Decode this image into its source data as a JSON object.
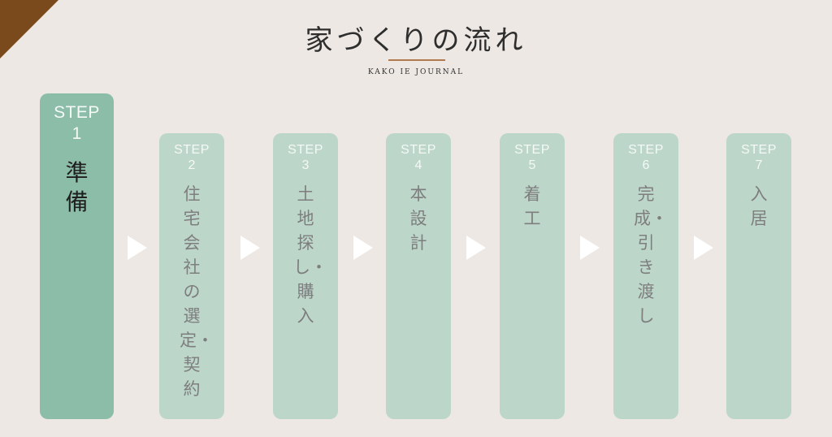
{
  "header": {
    "title": "家づくりの流れ",
    "subtitle": "KAKO IE JOURNAL"
  },
  "steps": [
    {
      "step": "STEP",
      "number": "1",
      "label": "準備",
      "active": true
    },
    {
      "step": "STEP",
      "number": "2",
      "label": "住宅会社の選定・契約",
      "active": false
    },
    {
      "step": "STEP",
      "number": "3",
      "label": "土地探し・購入",
      "active": false
    },
    {
      "step": "STEP",
      "number": "4",
      "label": "本設計",
      "active": false
    },
    {
      "step": "STEP",
      "number": "5",
      "label": "着工",
      "active": false
    },
    {
      "step": "STEP",
      "number": "6",
      "label": "完成・引き渡し",
      "active": false
    },
    {
      "step": "STEP",
      "number": "7",
      "label": "入居",
      "active": false
    }
  ],
  "colors": {
    "background": "#ede8e3",
    "corner_accent": "#7a4a1c",
    "title_rule": "#b07a4e",
    "active_card": "#8cbda9",
    "inactive_card": "#bdd6ca",
    "arrow": "#ffffff"
  },
  "icons": {
    "arrow": "triangle-right-icon"
  }
}
